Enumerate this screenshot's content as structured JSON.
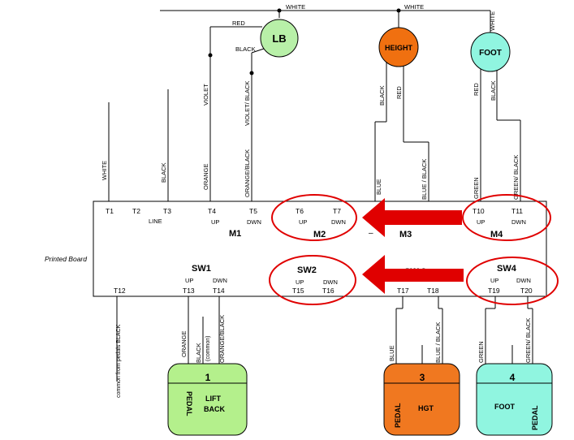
{
  "wire_labels": {
    "white_top_1": "WHITE",
    "white_top_2": "WHITE",
    "white_foot": "WHITE",
    "red_lb": "RED",
    "black_lb": "BLACK",
    "violet": "VIOLET",
    "violet_black": "VIOLET/ BLACK",
    "black_height": "BLACK",
    "red_height": "RED",
    "red_foot": "RED",
    "black_foot": "BLACK",
    "white_t1": "WHITE",
    "black_t3": "BLACK",
    "orange_t4": "ORANGE",
    "orange_black_t5": "ORANGE/BLACK",
    "blue_m3": "BLUE",
    "blue_black_m3": "BLUE / BLACK",
    "green_m4": "GREEN",
    "green_black_m4": "GREEN/ BLACK",
    "common_pedals": "common from pedals BLACK",
    "orange_sw1": "ORANGE",
    "black_common_sw1": "BLACK",
    "common_paren": "(common)",
    "orange_black_sw1": "ORANGE/BLACK",
    "blue_sw3": "BLUE",
    "blue_black_sw3": "BLUE / BLACK",
    "green_sw4": "GREEN",
    "green_black_sw4": "GREEN/ BLACK"
  },
  "motors": {
    "lb": "LB",
    "height": "HEIGHT",
    "foot": "FOOT"
  },
  "board": {
    "label": "Printed Board",
    "t1": "T1",
    "t2": "T2",
    "t3": "T3",
    "t4": "T4",
    "t5": "T5",
    "t6": "T6",
    "t7": "T7",
    "t10": "T10",
    "t11": "T11",
    "line": "LINE",
    "m1_up": "UP",
    "m1_dwn": "DWN",
    "m2_up": "UP",
    "m2_dwn": "DWN",
    "m4_up": "UP",
    "m4_dwn": "DWN",
    "m1": "M1",
    "m2": "M2",
    "m3": "M3",
    "m4": "M4",
    "dash": "–",
    "sw1": "SW1",
    "sw2": "SW2",
    "sw3": "SW 3",
    "sw4": "SW4",
    "sw1_up": "UP",
    "sw1_dwn": "DWN",
    "sw2_up": "UP",
    "sw2_dwn": "DWN",
    "sw4_up": "UP",
    "sw4_dwn": "DWN",
    "t12": "T12",
    "t13": "T13",
    "t14": "T14",
    "t15": "T15",
    "t16": "T16",
    "t17": "T17",
    "t18": "T18",
    "t19": "T19",
    "t20": "T20"
  },
  "pedals": {
    "p1_num": "1",
    "p1_side": "PEDAL",
    "p1_line1": "LIFT",
    "p1_line2": "BACK",
    "p3_num": "3",
    "p3_side": "PEDAL",
    "p3_text": "HGT",
    "p4_num": "4",
    "p4_side": "PEDAL",
    "p4_text": "FOOT"
  },
  "colors": {
    "lb_fill": "#b8f0a8",
    "height_fill": "#f07010",
    "foot_fill": "#90f5e0",
    "pedal1_fill": "#b4f08c",
    "pedal3_fill": "#f07820",
    "pedal4_fill": "#90f5e0",
    "highlight": "#e00000"
  }
}
